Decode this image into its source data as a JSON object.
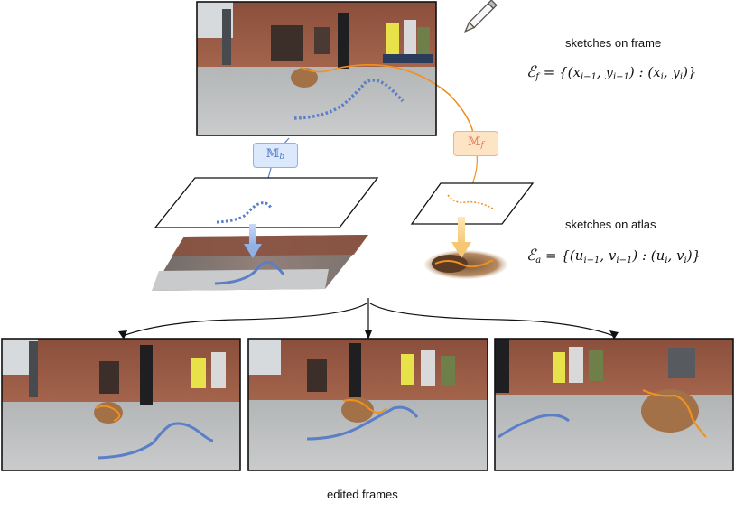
{
  "labels": {
    "sketches_frame": "sketches on frame",
    "sketches_atlas": "sketches on atlas",
    "edited_frames": "edited frames"
  },
  "formulas": {
    "frame": {
      "symbol": "ℰ",
      "sub": "f",
      "body": " = {(x",
      "s1": "i−1",
      "mid1": ", y",
      "s2": "i−1",
      "mid2": ") : (x",
      "s3": "i",
      "mid3": ", y",
      "s4": "i",
      "end": ")}"
    },
    "atlas": {
      "symbol": "ℰ",
      "sub": "a",
      "body": " = {(u",
      "s1": "i−1",
      "mid1": ", v",
      "s2": "i−1",
      "mid2": ") : (u",
      "s3": "i",
      "mid3": ", v",
      "s4": "i",
      "end": ")}"
    }
  },
  "maps": {
    "background": {
      "main": "𝕄",
      "sub": "b"
    },
    "foreground": {
      "main": "𝕄",
      "sub": "f"
    }
  },
  "colors": {
    "background_stroke": "#5b7fc7",
    "foreground_stroke": "#f0901e",
    "mb_box_fill": "#dce8fb",
    "mb_box_border": "#8fb1e6",
    "mf_box_fill": "#fde4c4",
    "mf_box_border": "#f3b56f",
    "mb_text": "#4a78c9",
    "mf_text": "#e07a5a"
  },
  "icons": [
    "pencil-icon"
  ]
}
